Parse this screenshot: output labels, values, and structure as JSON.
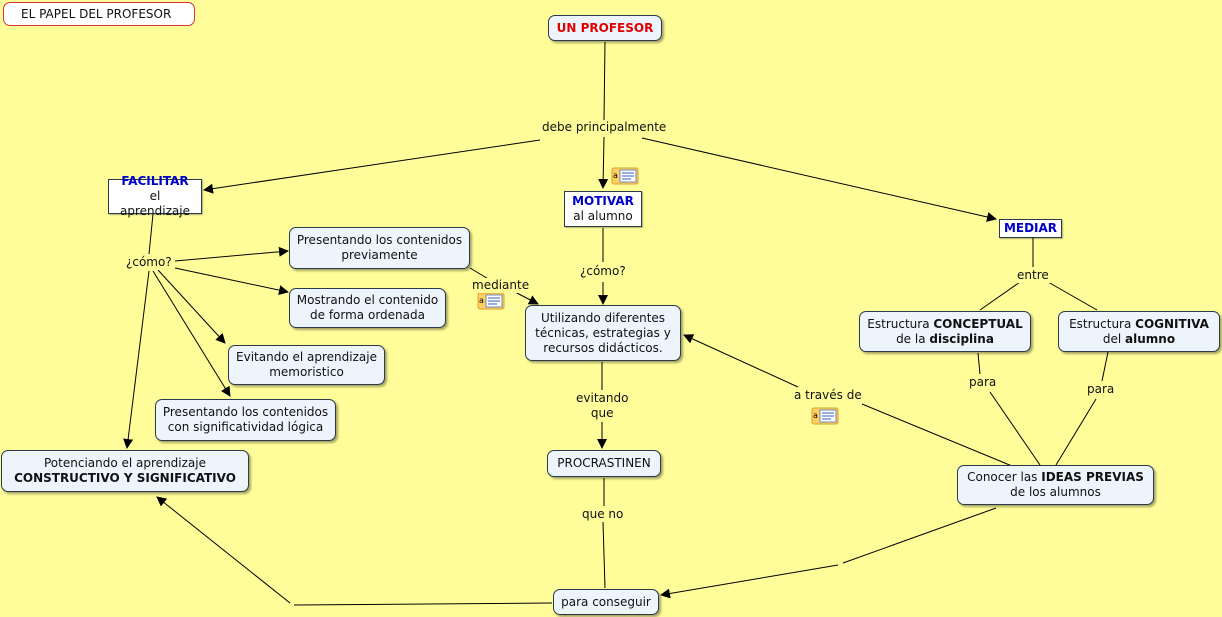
{
  "title": "EL PAPEL DEL PROFESOR",
  "nodes": {
    "profesor": "UN PROFESOR",
    "facilitar": {
      "bold": "FACILITAR",
      "rest": "el aprendizaje"
    },
    "motivar": {
      "bold": "MOTIVAR",
      "rest": "al alumno"
    },
    "mediar": "MEDIAR",
    "presentando_prev": {
      "l1": "Presentando los contenidos",
      "l2": "previamente"
    },
    "mostrando": {
      "l1": "Mostrando el contenido",
      "l2": "de forma ordenada"
    },
    "evitando": {
      "l1": "Evitando el aprendizaje",
      "l2": "memoristico"
    },
    "presentando_sig": {
      "l1": "Presentando los contenidos",
      "l2": "con significatividad lógica"
    },
    "potenciando": {
      "l1": "Potenciando el aprendizaje",
      "l2": "CONSTRUCTIVO Y SIGNIFICATIVO"
    },
    "utilizando": {
      "l1": "Utilizando diferentes",
      "l2": "técnicas, estrategias y",
      "l3": "recursos didácticos."
    },
    "procrastinen": "PROCRASTINEN",
    "conseguir": "para conseguir",
    "conceptual": {
      "pre": "Estructura ",
      "bold": "CONCEPTUAL",
      "l2pre": "de la ",
      "l2bold": "disciplina"
    },
    "cognitiva": {
      "pre": "Estructura ",
      "bold": "COGNITIVA",
      "l2pre": "del ",
      "l2bold": "alumno"
    },
    "ideas": {
      "pre": "Conocer las ",
      "bold": "IDEAS PREVIAS",
      "l2": "de los alumnos"
    }
  },
  "labels": {
    "debe": "debe principalmente",
    "como1": "¿cómo?",
    "como2": "¿cómo?",
    "mediante": "mediante",
    "entre": "entre",
    "evitando_que_1": "evitando",
    "evitando_que_2": "que",
    "a_traves": "a través de",
    "para1": "para",
    "para2": "para",
    "que_no": "que no"
  },
  "colors": {
    "background": "#fffd99",
    "node_fill": "#eef4fb",
    "accent_red": "#e00000",
    "accent_blue": "#0000cc"
  },
  "icons": [
    "resource-note-icon",
    "resource-note-icon",
    "resource-note-icon"
  ]
}
